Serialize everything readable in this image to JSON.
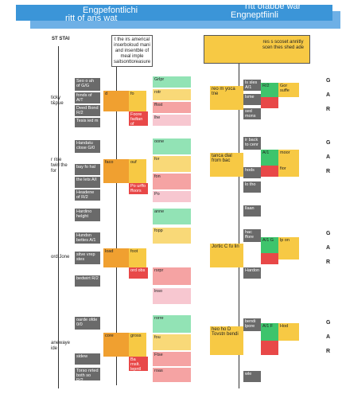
{
  "banner": {
    "left_title": "Engpefontlichi",
    "left_sub": "ritt of ans wat",
    "right_title": "rftt ofabbe war",
    "right_sub": "Engneptfiinli"
  },
  "left_col": {
    "start": "ST STAI",
    "header": "t the irs americal inserboloud mani and insentble of meal imple saitsonttoreasure",
    "decisions": [
      "ticky t&pue",
      "r rise twirl the for",
      "ord Jone",
      "anewaye ide"
    ],
    "gray_items": [
      "Seo o ah of G/G",
      "fonds of A/T",
      "Deed Bond R/2",
      "Tesis ied m",
      "Handatu close G/0",
      "bay fo hal",
      "the lets A/I",
      "Headene of R/2",
      "Hardino helght",
      "Hundsn bettes A/1",
      "sitve vrep  stes",
      "bedwirt R/2",
      "oarde ofde 0/0",
      "sidew",
      "Torso nrted both so R/2"
    ],
    "orange_items": [
      "d",
      "faco",
      "load",
      "core"
    ],
    "yellow_items": [
      "fo",
      "ouf",
      "foot",
      "gross"
    ],
    "red_items": [
      "Foore fadtan of mocry",
      "Po urffo ffoors",
      "ord obs",
      "Ba rnslt. lepntl"
    ],
    "green_items": [
      "",
      "",
      "",
      ""
    ],
    "light_items": [
      "Grlpr",
      "rotr",
      "ffost",
      "lhe",
      "oone",
      "for",
      "fon",
      "Po",
      "anne",
      "fopp",
      "rsrpr",
      "lnso",
      "rorre",
      "fou",
      "Ftse",
      "roas"
    ]
  },
  "right_col": {
    "header": "res s scoset annitly scen thes shed ade",
    "decisions": [
      "reo m yoca tne",
      "tanca dial from bac",
      "Jortic C fu lin",
      "heo ho D Tovstn bendi"
    ],
    "gray_items": [
      "ls sles A/1",
      "lsme",
      "sed mons",
      "ir back to cenr",
      "hods",
      "lo tho",
      "llaan",
      "hac ffore",
      "Hardon",
      "bendi lpore",
      "wle"
    ],
    "green_items": [
      "R/2",
      "A/1",
      "A/1 G",
      "A/1 F"
    ],
    "yellow_items": [
      "Gor suffe",
      "moor",
      "fior",
      "lp on",
      "Hod"
    ],
    "codes": [
      "G",
      "A",
      "R",
      "G",
      "A",
      "R",
      "G",
      "A",
      "R",
      "G",
      "A",
      "R"
    ]
  },
  "colors": {
    "banner": "#3b95d8",
    "yellow": "#f7c944",
    "orange": "#f0a030",
    "green": "#3ec46c",
    "red": "#e84848"
  }
}
